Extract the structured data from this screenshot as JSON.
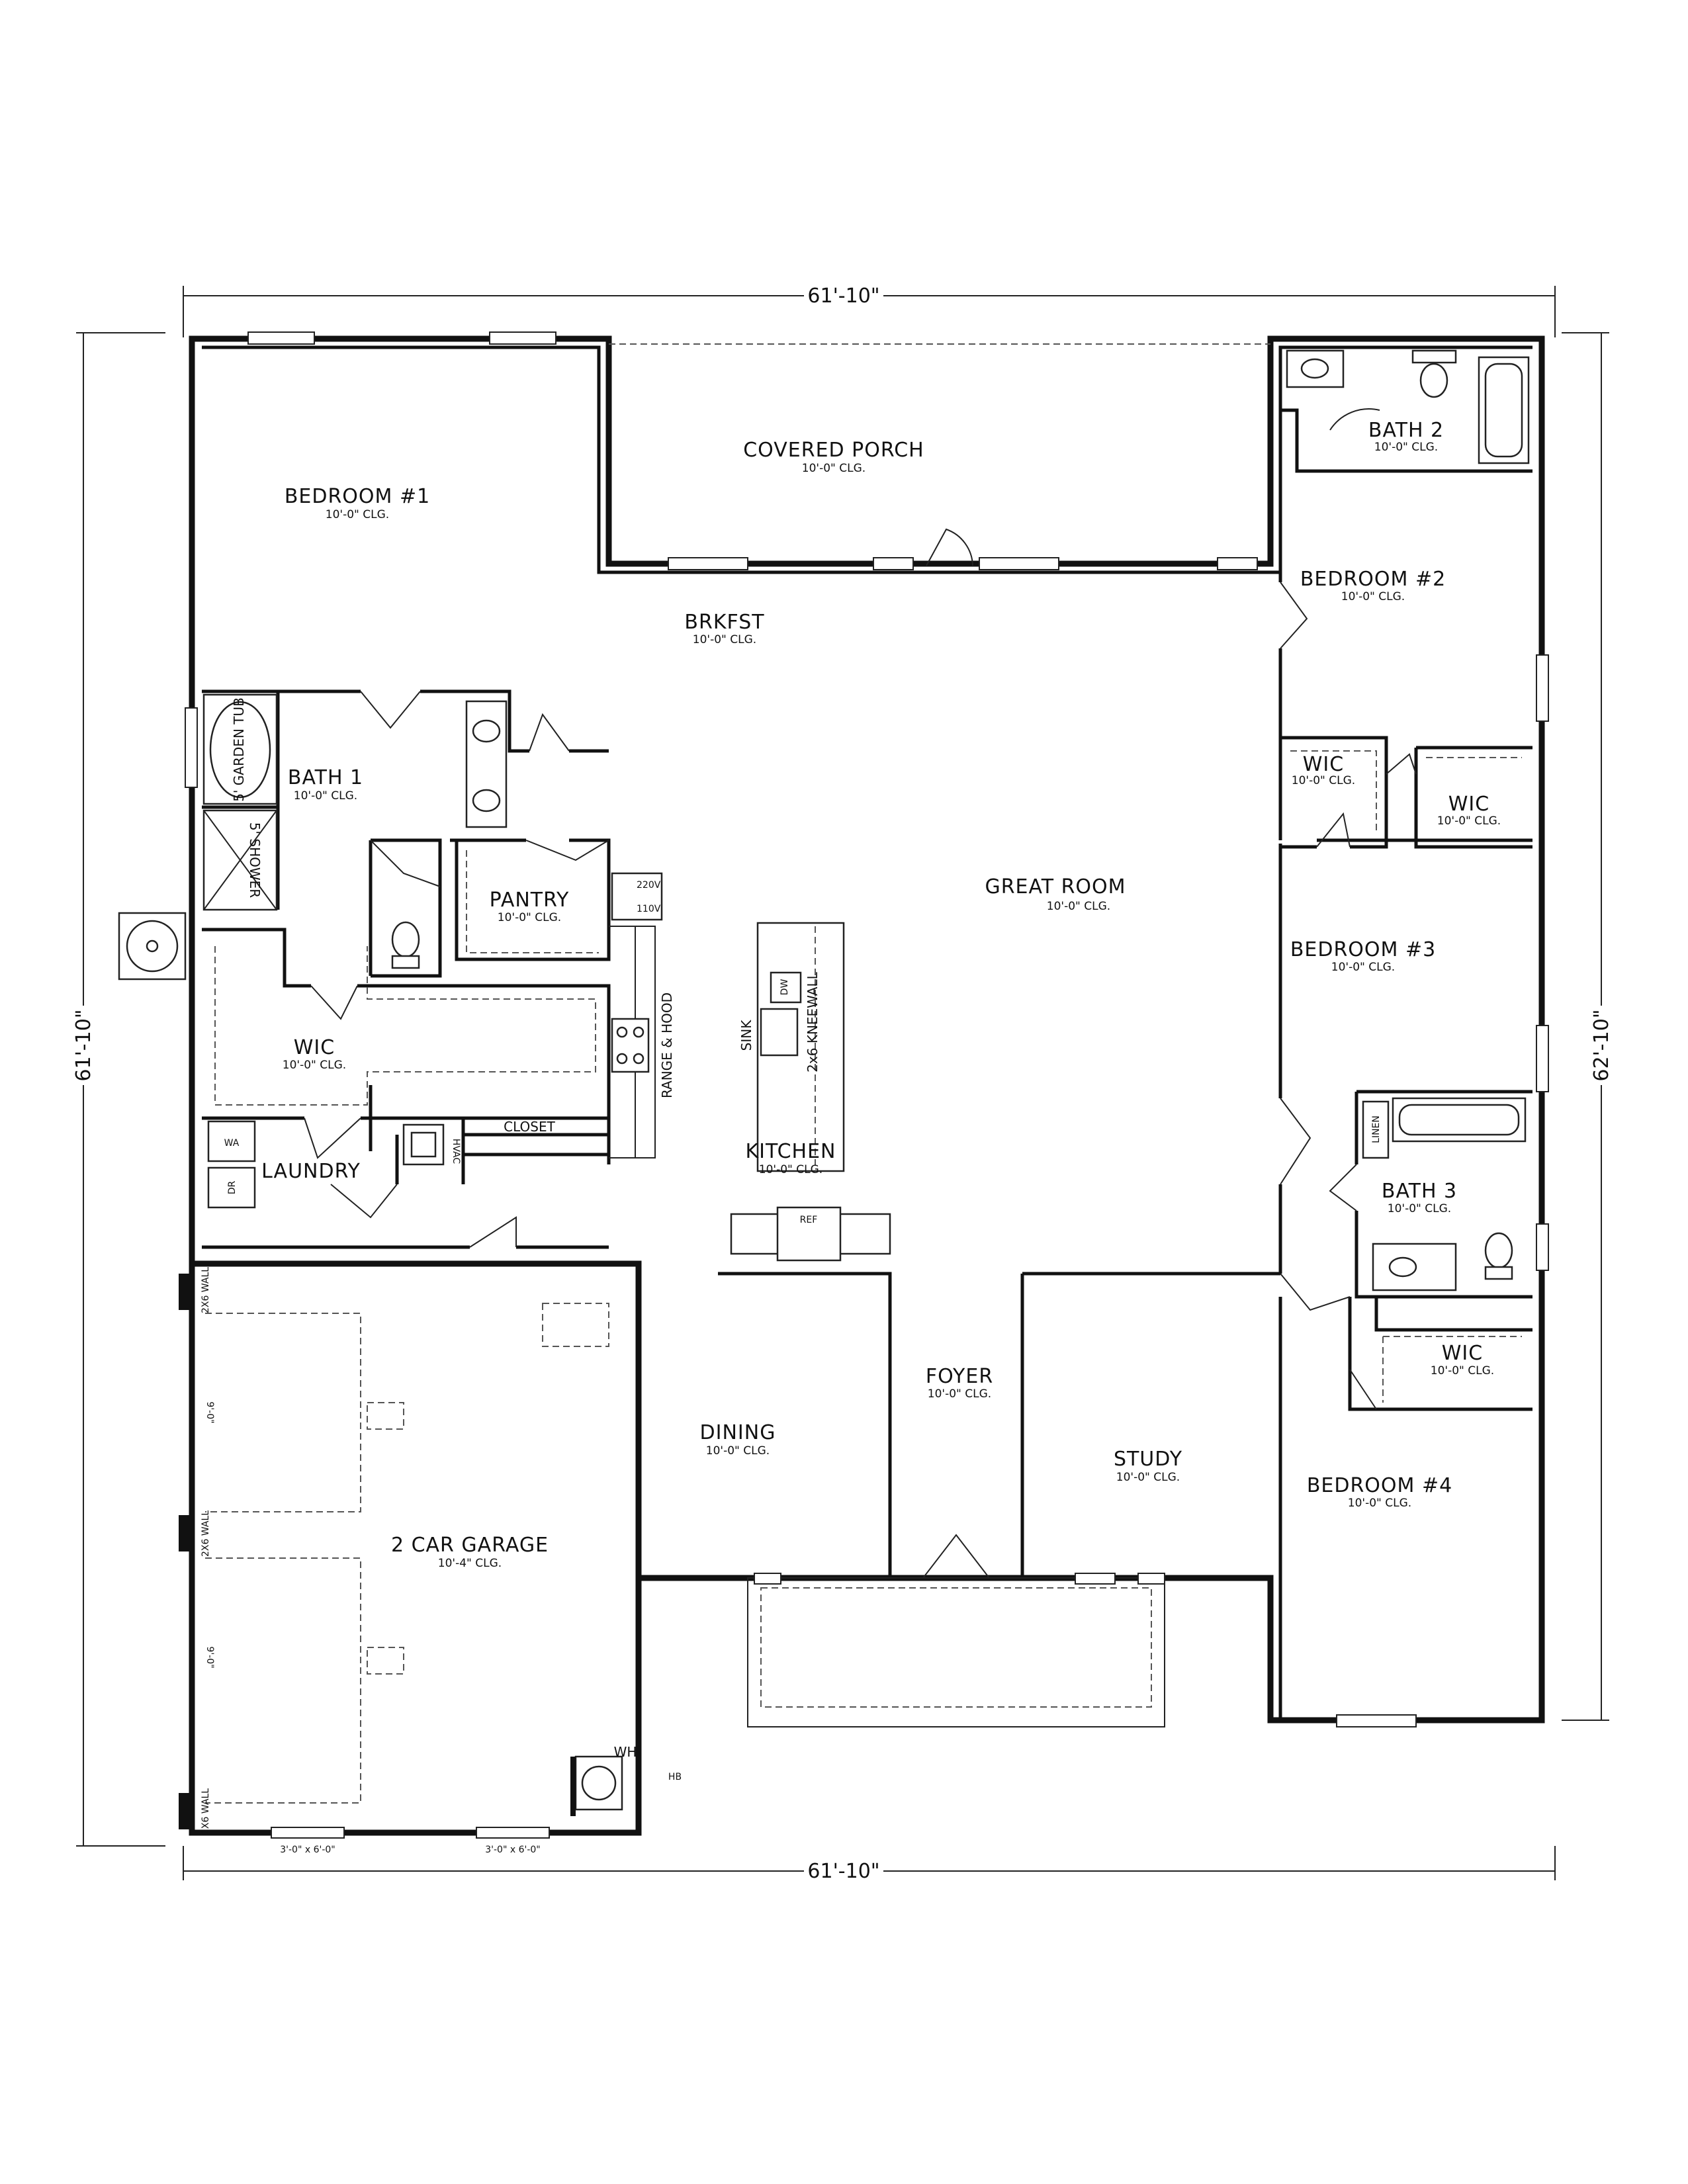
{
  "dimensions": {
    "top": "61'-10\"",
    "bottom": "61'-10\"",
    "left": "61'-10\"",
    "right": "62'-10\""
  },
  "ceiling": {
    "standard": "10'-0\" CLG.",
    "garage": "10'-4\" CLG."
  },
  "rooms": {
    "covered_porch": "COVERED PORCH",
    "bedroom1": "BEDROOM #1",
    "bath2": "BATH 2",
    "bedroom2": "BEDROOM #2",
    "brkfst": "BRKFST",
    "bath1": "BATH 1",
    "pantry": "PANTRY",
    "great_room": "GREAT ROOM",
    "wic_a": "WIC",
    "wic_b": "WIC",
    "wic_c": "WIC",
    "wic_d": "WIC",
    "bedroom3": "BEDROOM #3",
    "laundry": "LAUNDRY",
    "kitchen": "KITCHEN",
    "bath3": "BATH 3",
    "foyer": "FOYER",
    "dining": "DINING",
    "study": "STUDY",
    "bedroom4": "BEDROOM #4",
    "garage": "2 CAR GARAGE"
  },
  "fixtures": {
    "garden_tub": "5' GARDEN TUB",
    "shower": "5' SHOWER",
    "v220": "220V",
    "v110": "110V",
    "range_hood": "RANGE & HOOD",
    "dw": "DW",
    "sink": "SINK",
    "kneewall": "2x6 KNEEWALL",
    "closet": "CLOSET",
    "wa": "WA",
    "dr": "DR",
    "hvac": "HVAC",
    "ref": "REF",
    "linen": "LINEN",
    "wh": "WH",
    "hb": "HB",
    "wall_2x6": "2X6 WALL",
    "door_size_1": "3'-0\" x 6'-0\"",
    "door_size_2": "3'-0\" x 6'-0\"",
    "door_9": "9'-0\""
  },
  "colors": {
    "line": "#111111",
    "background": "#ffffff"
  }
}
